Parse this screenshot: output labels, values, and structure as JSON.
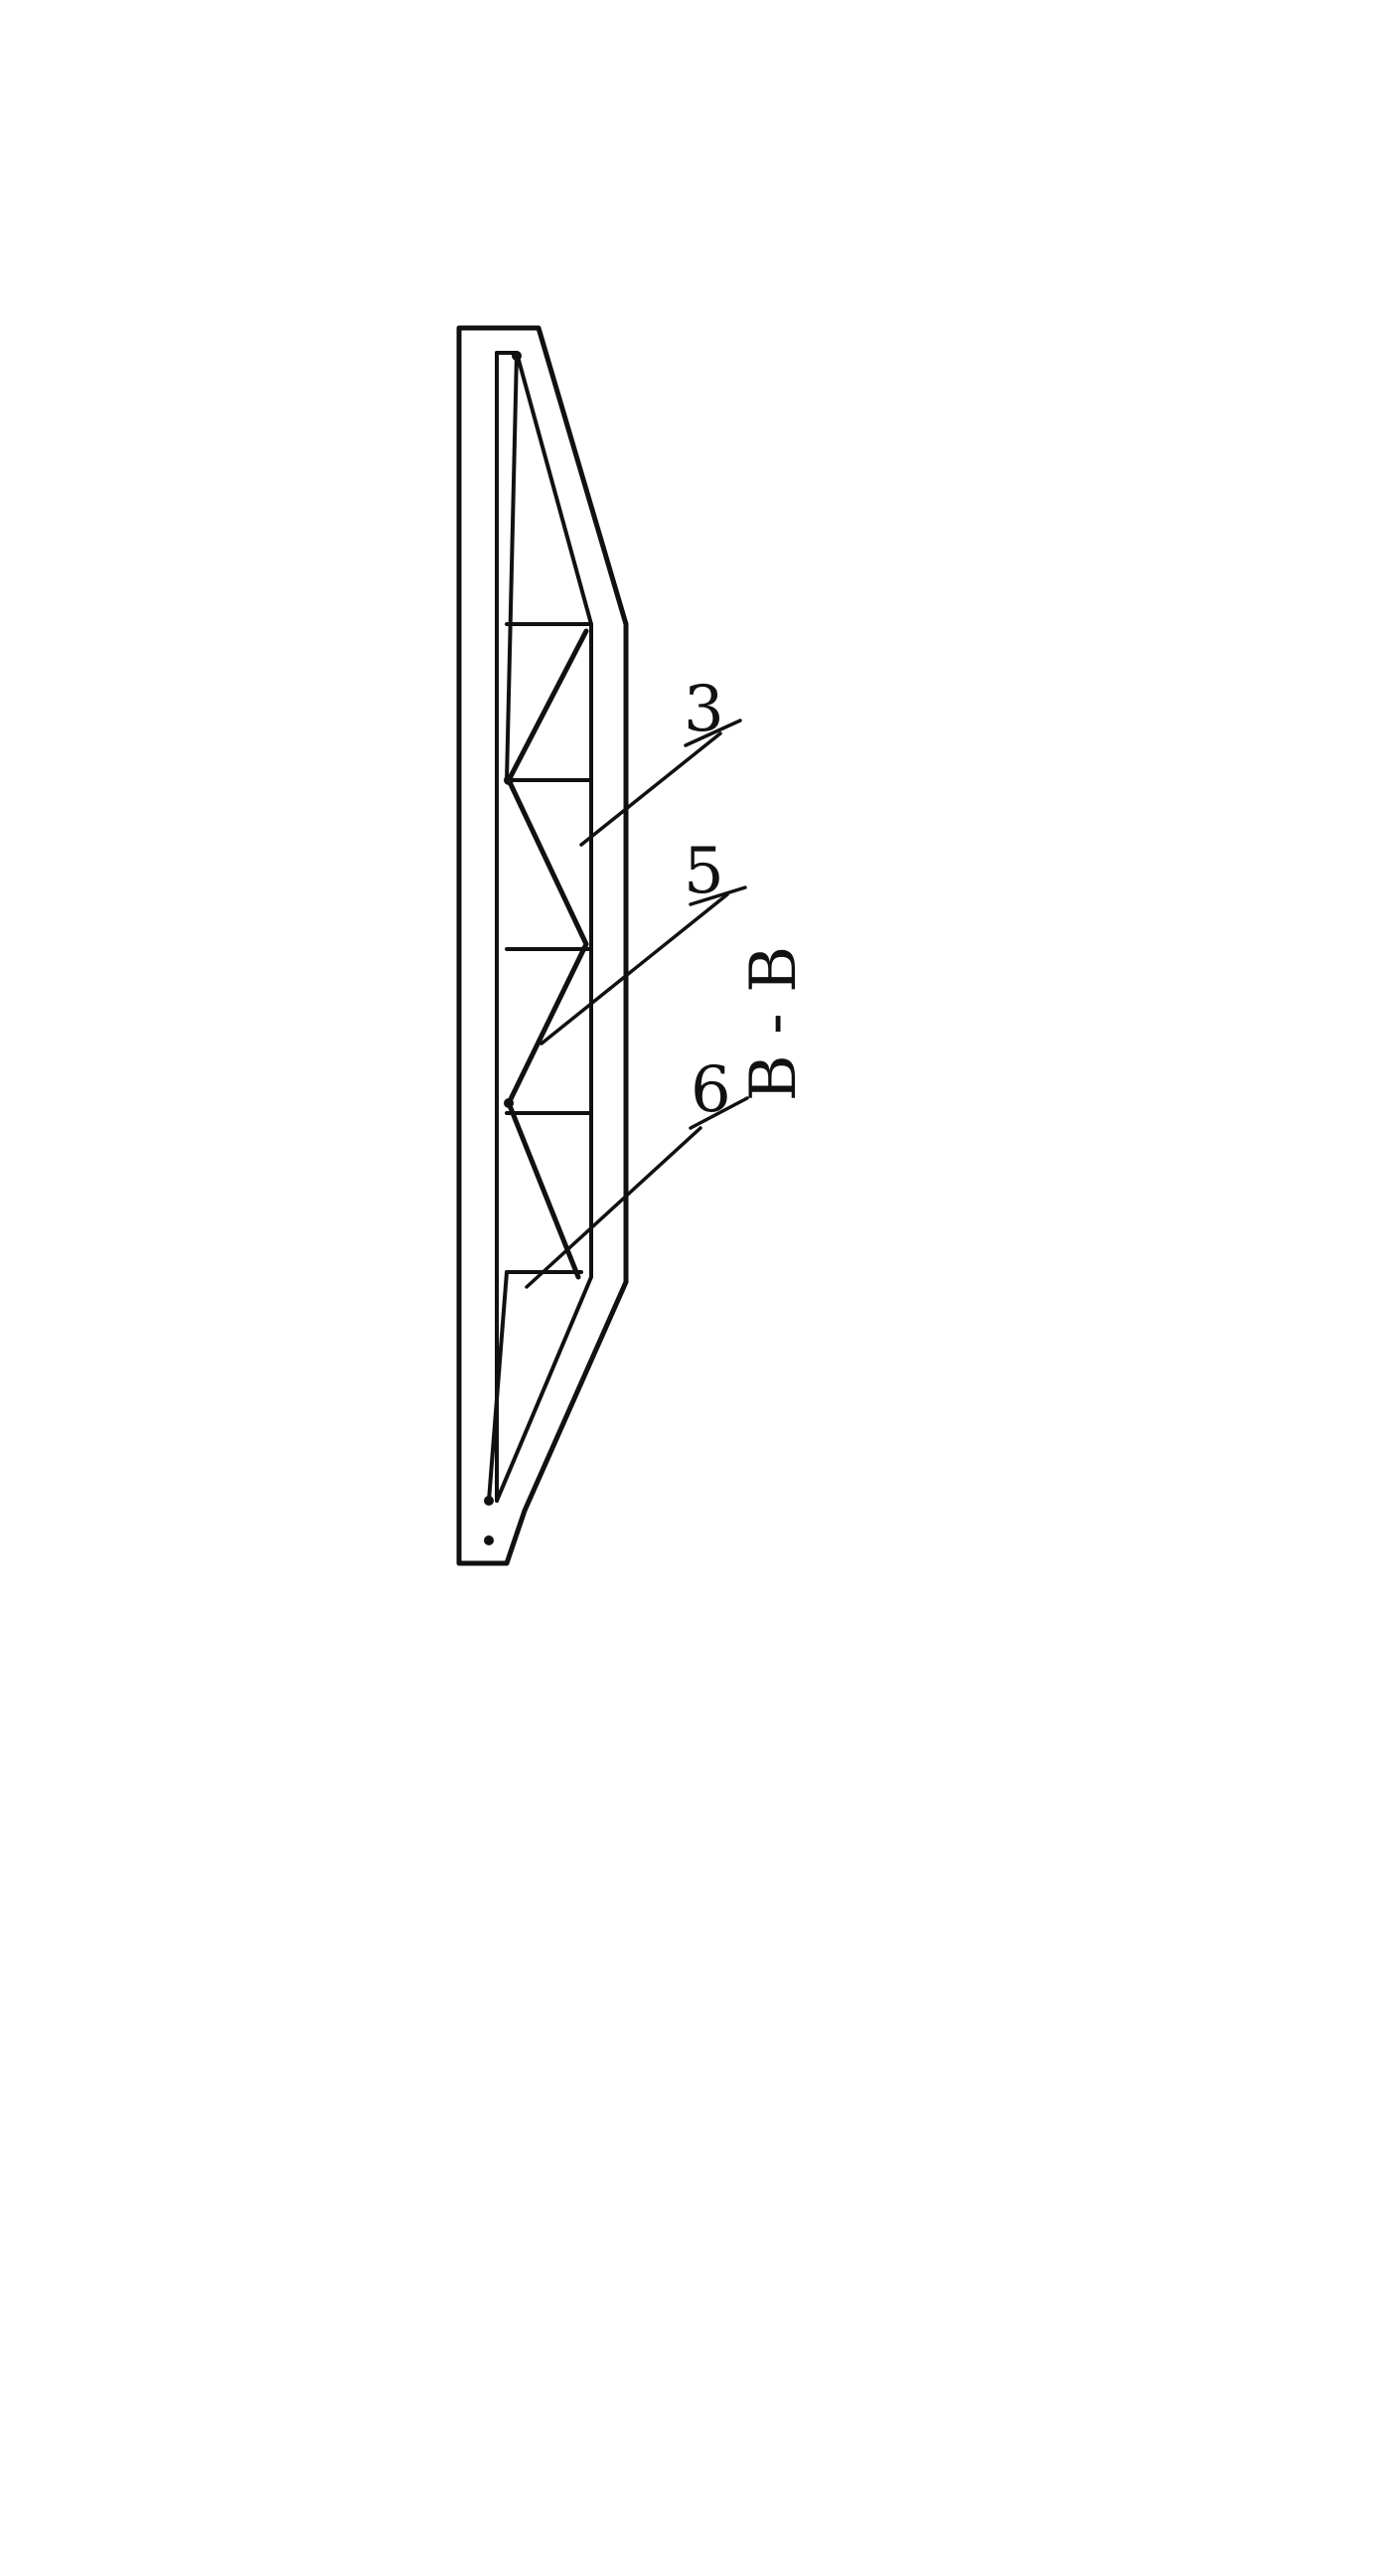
{
  "drawing": {
    "section_label": "B - B",
    "callouts": [
      {
        "id": "c3",
        "text": "3"
      },
      {
        "id": "c5",
        "text": "5"
      },
      {
        "id": "c6",
        "text": "6"
      }
    ],
    "colors": {
      "ink": "#111111",
      "fill": "#e8e8e8",
      "background": "#ffffff"
    }
  }
}
